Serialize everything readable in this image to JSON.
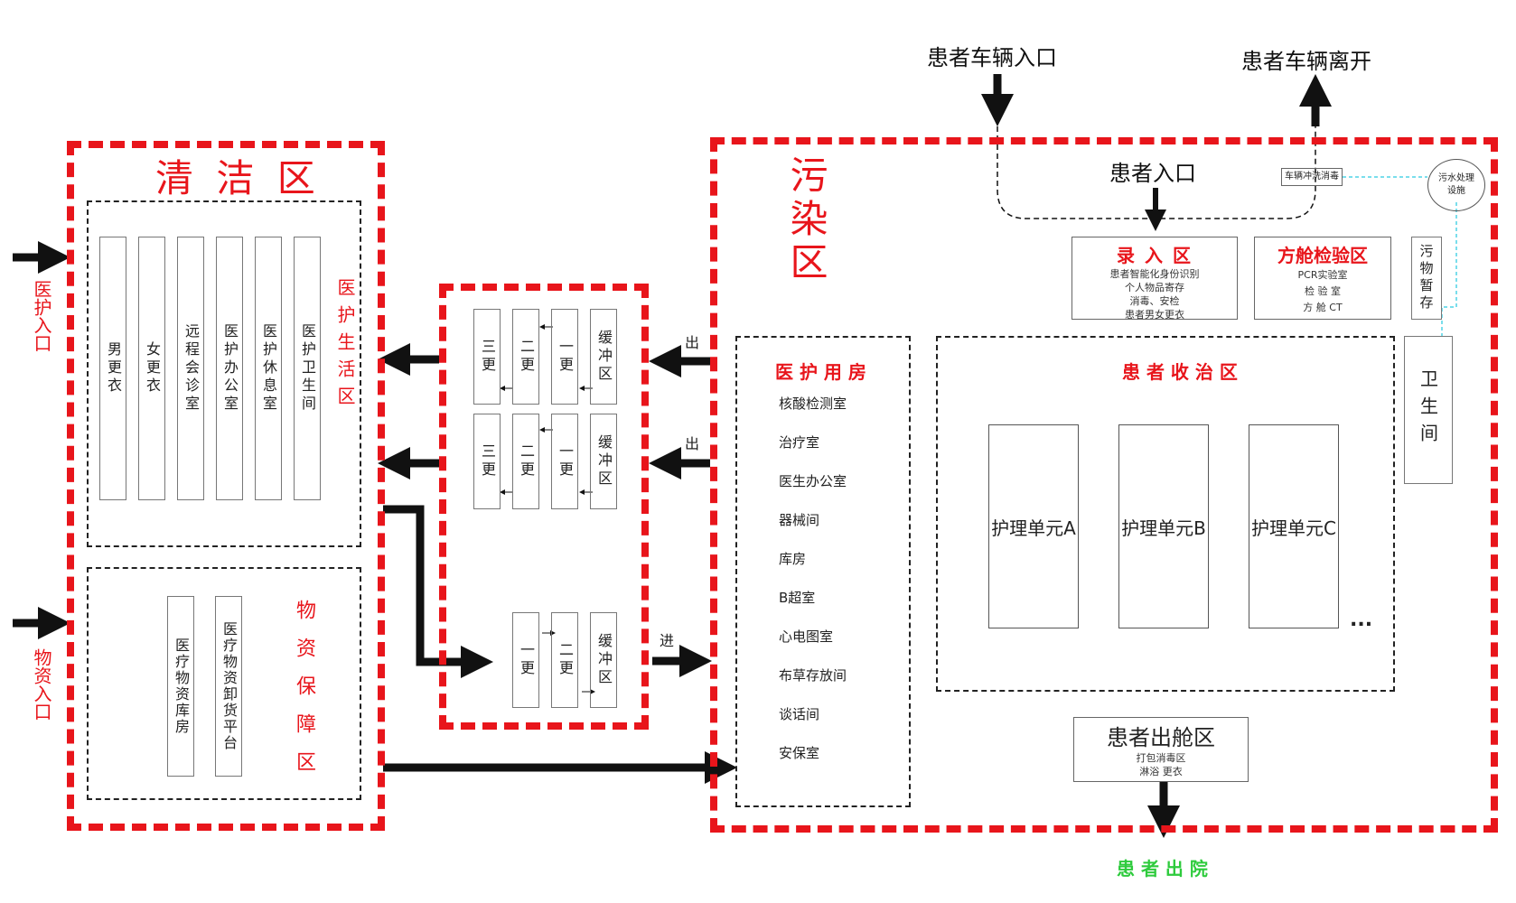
{
  "clean_zone": {
    "title": "清 洁 区",
    "staff_entry": "医护入口",
    "supply_entry": "物资入口",
    "living_area": {
      "label": "医护生活区",
      "rooms": [
        "男更衣",
        "女更衣",
        "远程会诊室",
        "医护办公室",
        "医护休息室",
        "医护卫生间"
      ]
    },
    "supply_area": {
      "label": "物资保障区",
      "rooms": [
        "医疗物资库房",
        "医疗物资卸货平台"
      ]
    }
  },
  "transition": {
    "exit_label": "出",
    "enter_label": "进",
    "row1": [
      "三更",
      "二更",
      "一更",
      "缓冲区"
    ],
    "row2": [
      "三更",
      "二更",
      "一更",
      "缓冲区"
    ],
    "row3": [
      "一更",
      "二更",
      "缓冲区"
    ]
  },
  "contaminated_zone": {
    "title": "污染区",
    "vehicle_entry": "患者车辆入口",
    "vehicle_exit": "患者车辆离开",
    "patient_entry": "患者入口",
    "vehicle_wash": "车辆冲洗消毒",
    "sewage": "污水处理设施",
    "registration": {
      "title": "录 入 区",
      "lines": [
        "患者智能化身份识别",
        "个人物品寄存",
        "消毒、安检",
        "患者男女更衣"
      ]
    },
    "cabin_test": {
      "title": "方舱检验区",
      "lines": [
        "PCR实验室",
        "检 验 室",
        "方 舱 CT"
      ]
    },
    "waste_storage": "污物暂存",
    "toilet": "卫生间",
    "staff_rooms": {
      "title": "医 护 用 房",
      "items": [
        "核酸检测室",
        "治疗室",
        "医生办公室",
        "器械间",
        "库房",
        "B超室",
        "心电图室",
        "布草存放间",
        "谈话间",
        "安保室"
      ]
    },
    "ward_area": {
      "title": "患 者 收 治 区",
      "units": [
        "护理单元A",
        "护理单元B",
        "护理单元C"
      ],
      "more": "..."
    },
    "discharge_area": {
      "title": "患者出舱区",
      "lines": [
        "打包消毒区",
        "淋浴  更衣"
      ]
    },
    "discharge": "患 者 出 院"
  },
  "colors": {
    "zone_red": "#e8151b",
    "green": "#2ecb3d",
    "cyan": "#4fd3e6"
  }
}
